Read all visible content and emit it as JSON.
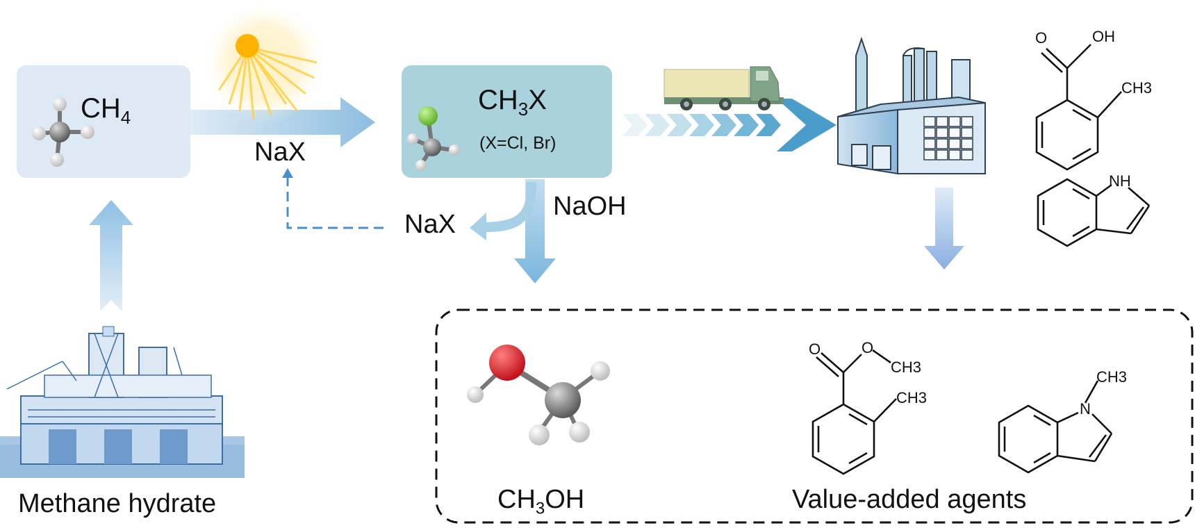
{
  "colors": {
    "ch4_box": "#dde9f4",
    "ch3x_box": "#a9d2dd",
    "arrow_blue": "#6fa9d6",
    "dashed_blue": "#4a8ed0",
    "chlorine": "#7cd43a",
    "oxygen": "#e0212a",
    "carbon": "#8a8a8a",
    "sun": "#ffb300"
  },
  "nodes": {
    "ch4": {
      "base": "CH",
      "sub": "4",
      "molecule_icon": "methane-molecule-icon"
    },
    "ch3x": {
      "base": "CH",
      "sub": "3",
      "suffix": "X",
      "note": "(X=Cl, Br)",
      "molecule_icon": "methyl-halide-molecule-icon"
    },
    "methane_hydrate": {
      "label": "Methane hydrate",
      "icon": "offshore-platform-icon"
    },
    "ch3oh": {
      "base": "CH",
      "sub": "3",
      "suffix": "OH",
      "molecule_icon": "methanol-molecule-icon"
    },
    "value_added": {
      "label": "Value-added agents"
    }
  },
  "edges": {
    "nax_top": "NaX",
    "nax_recycle": "NaX",
    "naoh": "NaOH"
  },
  "icons": [
    "sun-icon",
    "truck-icon",
    "factory-icon",
    "chevron-arrow-icon"
  ],
  "structures": {
    "toluic_acid": {
      "o": "O",
      "oh": "OH",
      "ch3": "CH3"
    },
    "indole": {
      "nh": "NH"
    },
    "methyl_toluate": {
      "o": "O",
      "ch3_ester": "CH3",
      "ch3": "CH3"
    },
    "n_methylindole": {
      "n": "N",
      "ch3": "CH3"
    }
  }
}
